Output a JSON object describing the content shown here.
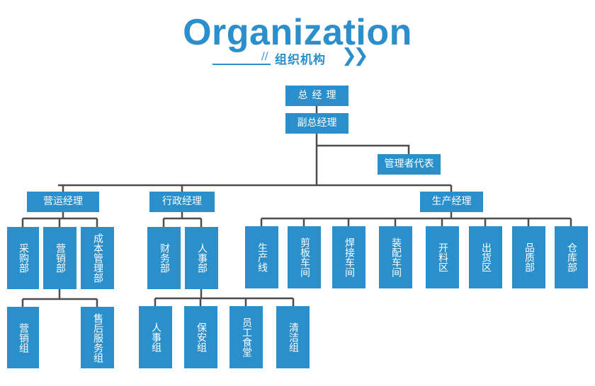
{
  "header": {
    "title": "Organization",
    "subtitle": "组织机构"
  },
  "colors": {
    "primary": "#2a8fcb",
    "line": "#4d4d4d",
    "text_on_box": "#ffffff"
  },
  "org": {
    "general_manager": "总经理",
    "deputy_general_manager": "副总经理",
    "management_representative": "管理者代表",
    "operations_manager": "营运经理",
    "admin_manager": "行政经理",
    "production_manager": "生产经理",
    "operations": {
      "procurement": "采购部",
      "marketing": "营销部",
      "cost_management": "成本管理部",
      "marketing_children": {
        "sales_group": "营销组",
        "after_sales_group": "售后服务组"
      }
    },
    "admin": {
      "finance": "财务部",
      "hr": "人事部",
      "hr_children": {
        "personnel_group": "人事组",
        "security_group": "保安组",
        "canteen": "员工食堂",
        "cleaning_group": "清洁组"
      }
    },
    "production": {
      "production_line": "生产线",
      "cutting_shop": "剪板车间",
      "welding_shop": "焊接车间",
      "assembly_shop": "装配车间",
      "cutting_area": "开料区",
      "shipping_area": "出货区",
      "quality_dept": "品质部",
      "warehouse": "仓库部"
    }
  }
}
